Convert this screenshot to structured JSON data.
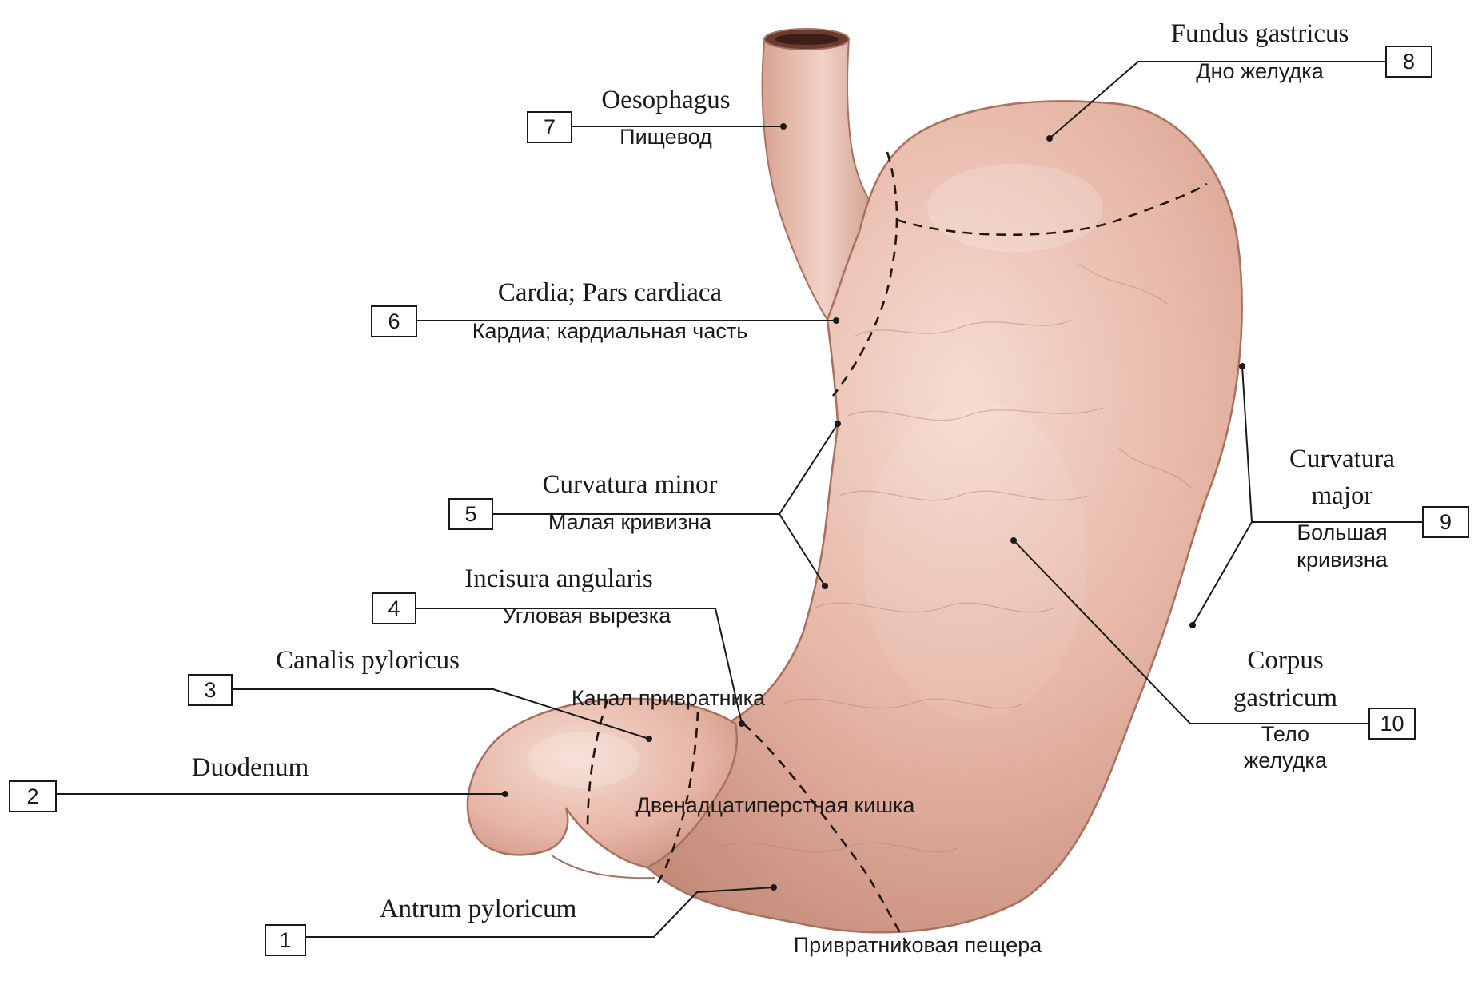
{
  "colors": {
    "tissue_base": "#e6b4a4",
    "tissue_light": "#f5dcd2",
    "tissue_shadow": "#c48b79",
    "outline": "#a8705f",
    "text": "#1a1a1a"
  },
  "labels": [
    {
      "id": "antrum",
      "num": "1",
      "latin": "Antrum pyloricum",
      "russian": "Привратниковая пещера"
    },
    {
      "id": "duodenum",
      "num": "2",
      "latin": "Duodenum",
      "russian": "Двенадцатиперстная кишка"
    },
    {
      "id": "canalis",
      "num": "3",
      "latin": "Canalis pyloricus",
      "russian": "Канал привратника"
    },
    {
      "id": "incisura",
      "num": "4",
      "latin": "Incisura angularis",
      "russian": "Угловая вырезка"
    },
    {
      "id": "cminor",
      "num": "5",
      "latin": "Curvatura minor",
      "russian": "Малая кривизна"
    },
    {
      "id": "cardia",
      "num": "6",
      "latin": "Cardia; Pars cardiaca",
      "russian": "Кардиа; кардиальная часть"
    },
    {
      "id": "oesoph",
      "num": "7",
      "latin": "Oesophagus",
      "russian": "Пищевод"
    },
    {
      "id": "fundus",
      "num": "8",
      "latin": "Fundus gastricus",
      "russian": "Дно желудка"
    },
    {
      "id": "cmajor",
      "num": "9",
      "latin_lines": [
        "Curvatura",
        "major"
      ],
      "russian_lines": [
        "Большая",
        "кривизна"
      ]
    },
    {
      "id": "corpus",
      "num": "10",
      "latin_lines": [
        "Corpus",
        "gastricum"
      ],
      "russian_lines": [
        "Тело",
        "желудка"
      ]
    }
  ]
}
